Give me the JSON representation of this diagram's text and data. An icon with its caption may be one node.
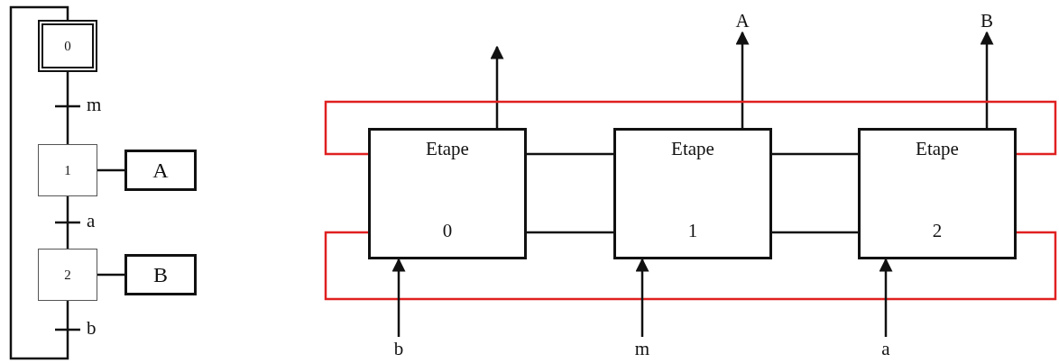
{
  "diagram": {
    "nodes": [
      {
        "text": [
          "0"
        ]
      },
      {
        "text": [
          "1"
        ]
      },
      {
        "text": [
          "A"
        ]
      },
      {
        "text": [
          "2"
        ]
      },
      {
        "text": [
          "B"
        ]
      },
      {
        "text": [
          "A"
        ]
      },
      {
        "text": [
          "B"
        ]
      },
      {
        "text": [
          "Etape",
          "0"
        ]
      },
      {
        "text": [
          "Etape",
          "1"
        ]
      },
      {
        "text": [
          "Etape",
          "2"
        ]
      },
      {
        "text": [
          "b"
        ]
      },
      {
        "text": [
          "m"
        ]
      },
      {
        "text": [
          "a"
        ]
      }
    ],
    "edges": [
      {
        "from": 0,
        "to": 1,
        "arrow": "none",
        "label": "m"
      },
      {
        "from": 1,
        "to": 2,
        "arrow": "none"
      },
      {
        "from": 1,
        "to": 3,
        "arrow": "none",
        "label": "a"
      },
      {
        "from": 3,
        "to": 4,
        "arrow": "none"
      },
      {
        "from": 3,
        "to": 0,
        "arrow": "none",
        "label": "b"
      },
      {
        "from": 7,
        "to": null,
        "arrow": "to"
      },
      {
        "from": 8,
        "to": 5,
        "arrow": "to"
      },
      {
        "from": 9,
        "to": 6,
        "arrow": "to"
      },
      {
        "from": 7,
        "to": 8,
        "arrow": "none"
      },
      {
        "from": 8,
        "to": 9,
        "arrow": "none"
      },
      {
        "from": 7,
        "to": 8,
        "arrow": "none"
      },
      {
        "from": 8,
        "to": 9,
        "arrow": "none"
      },
      {
        "from": 9,
        "to": 7,
        "arrow": "none",
        "color": "#e02020"
      },
      {
        "from": 9,
        "to": 7,
        "arrow": "none",
        "color": "#e02020"
      },
      {
        "from": 10,
        "to": 7,
        "arrow": "to"
      },
      {
        "from": 11,
        "to": 8,
        "arrow": "to"
      },
      {
        "from": 12,
        "to": 9,
        "arrow": "to"
      }
    ]
  }
}
